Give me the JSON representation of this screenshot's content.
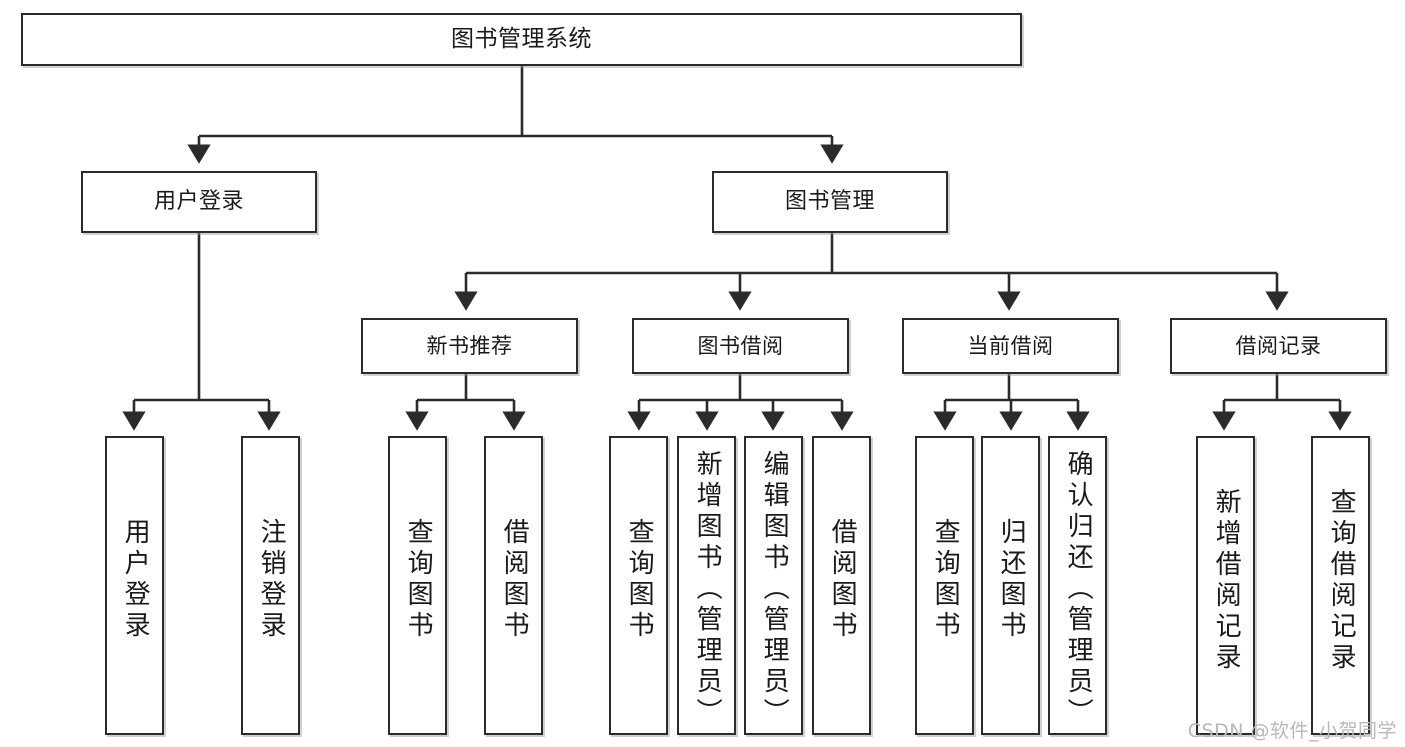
{
  "diagram": {
    "title": "图书管理系统",
    "type": "tree",
    "root": {
      "id": "root",
      "label": "图书管理系统"
    },
    "level2": [
      {
        "id": "user-login",
        "label": "用户登录"
      },
      {
        "id": "book-management",
        "label": "图书管理"
      }
    ],
    "level3": [
      {
        "id": "new-book-recommend",
        "label": "新书推荐",
        "parent": "book-management"
      },
      {
        "id": "book-borrow",
        "label": "图书借阅",
        "parent": "book-management"
      },
      {
        "id": "current-borrow",
        "label": "当前借阅",
        "parent": "book-management"
      },
      {
        "id": "borrow-record",
        "label": "借阅记录",
        "parent": "book-management"
      }
    ],
    "leaves": [
      {
        "id": "leaf-user-login",
        "label": "用户登录",
        "parent": "user-login"
      },
      {
        "id": "leaf-logout-login",
        "label": "注销登录",
        "parent": "user-login"
      },
      {
        "id": "leaf-query-book-1",
        "label": "查询图书",
        "parent": "new-book-recommend"
      },
      {
        "id": "leaf-borrow-book-1",
        "label": "借阅图书",
        "parent": "new-book-recommend"
      },
      {
        "id": "leaf-query-book-2",
        "label": "查询图书",
        "parent": "book-borrow"
      },
      {
        "id": "leaf-add-book",
        "label": "新增图书（管理员）",
        "parent": "book-borrow"
      },
      {
        "id": "leaf-edit-book",
        "label": "编辑图书（管理员）",
        "parent": "book-borrow"
      },
      {
        "id": "leaf-borrow-book-2",
        "label": "借阅图书",
        "parent": "book-borrow"
      },
      {
        "id": "leaf-query-book-3",
        "label": "查询图书",
        "parent": "current-borrow"
      },
      {
        "id": "leaf-return-book",
        "label": "归还图书",
        "parent": "current-borrow"
      },
      {
        "id": "leaf-confirm-return",
        "label": "确认归还（管理员）",
        "parent": "current-borrow"
      },
      {
        "id": "leaf-add-record",
        "label": "新增借阅记录",
        "parent": "borrow-record"
      },
      {
        "id": "leaf-query-record",
        "label": "查询借阅记录",
        "parent": "borrow-record"
      }
    ],
    "colors": {
      "border": "#2b2b2b",
      "fill": "#ffffff",
      "text": "#1a1a1a",
      "watermark": "#b9b9b9",
      "background": "#ffffff"
    }
  },
  "watermark": {
    "text": "CSDN @软件_小贺同学"
  }
}
